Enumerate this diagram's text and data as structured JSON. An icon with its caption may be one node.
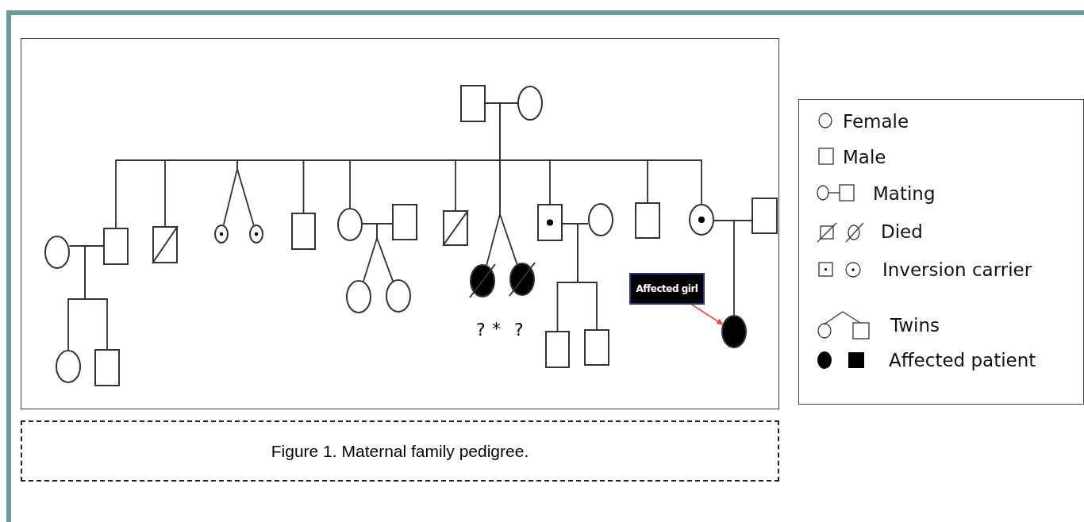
{
  "diagram": {
    "caption": "Figure 1. Maternal family pedigree.",
    "nodes": [
      {
        "text": [],
        "shape": "box"
      },
      {
        "text": [],
        "shape": "circle"
      },
      {
        "text": [],
        "shape": "circle"
      },
      {
        "text": [],
        "shape": "box"
      },
      {
        "text": [],
        "shape": "box"
      },
      {
        "text": [],
        "shape": "circle"
      },
      {
        "text": [],
        "shape": "circle"
      },
      {
        "text": [],
        "shape": "box"
      },
      {
        "text": [],
        "shape": "circle"
      },
      {
        "text": [],
        "shape": "box"
      },
      {
        "text": [],
        "shape": "box"
      },
      {
        "text": [],
        "shape": "circle"
      },
      {
        "text": [],
        "shape": "circle"
      },
      {
        "text": [],
        "shape": "box"
      },
      {
        "text": [],
        "shape": "circle"
      },
      {
        "text": [],
        "shape": "box"
      },
      {
        "text": [],
        "shape": "circle"
      },
      {
        "text": [],
        "shape": "box"
      },
      {
        "text": [],
        "shape": "circle"
      },
      {
        "text": [],
        "shape": "box"
      },
      {
        "text": [],
        "shape": "circle"
      },
      {
        "text": [],
        "shape": "circle"
      },
      {
        "text": [],
        "shape": "box"
      },
      {
        "text": [],
        "shape": "box"
      },
      {
        "text": [],
        "shape": "circle"
      },
      {
        "text": [
          "Affected girl"
        ]
      }
    ],
    "edges": [
      {
        "from": 0,
        "to": 1,
        "arrow": "none"
      },
      {
        "from": 0,
        "to": 3,
        "arrow": "none"
      },
      {
        "from": 0,
        "to": 4,
        "arrow": "none"
      },
      {
        "from": 0,
        "to": 5,
        "arrow": "none"
      },
      {
        "from": 0,
        "to": 6,
        "arrow": "none"
      },
      {
        "from": 0,
        "to": 7,
        "arrow": "none"
      },
      {
        "from": 0,
        "to": 8,
        "arrow": "none"
      },
      {
        "from": 0,
        "to": 10,
        "arrow": "none"
      },
      {
        "from": 0,
        "to": 11,
        "arrow": "none"
      },
      {
        "from": 0,
        "to": 12,
        "arrow": "none"
      },
      {
        "from": 0,
        "to": 13,
        "arrow": "none"
      },
      {
        "from": 0,
        "to": 15,
        "arrow": "none"
      },
      {
        "from": 0,
        "to": 16,
        "arrow": "none"
      },
      {
        "from": 2,
        "to": 3,
        "arrow": "none"
      },
      {
        "from": 2,
        "to": 18,
        "arrow": "none"
      },
      {
        "from": 2,
        "to": 19,
        "arrow": "none"
      },
      {
        "from": 8,
        "to": 9,
        "arrow": "none"
      },
      {
        "from": 8,
        "to": 20,
        "arrow": "none"
      },
      {
        "from": 8,
        "to": 21,
        "arrow": "none"
      },
      {
        "from": 13,
        "to": 14,
        "arrow": "none"
      },
      {
        "from": 13,
        "to": 22,
        "arrow": "none"
      },
      {
        "from": 13,
        "to": 23,
        "arrow": "none"
      },
      {
        "from": 16,
        "to": 17,
        "arrow": "none"
      },
      {
        "from": 16,
        "to": 24,
        "arrow": "none"
      },
      {
        "from": 25,
        "to": 24,
        "arrow": "to",
        "color": "#e8453c"
      }
    ],
    "labels": [
      "?",
      "*",
      "?"
    ],
    "legend": [
      {
        "text": "Female"
      },
      {
        "text": "Male"
      },
      {
        "text": "Mating"
      },
      {
        "text": "Died"
      },
      {
        "text": "Inversion carrier"
      },
      {
        "text": "Twins"
      },
      {
        "text": "Affected patient"
      }
    ]
  }
}
